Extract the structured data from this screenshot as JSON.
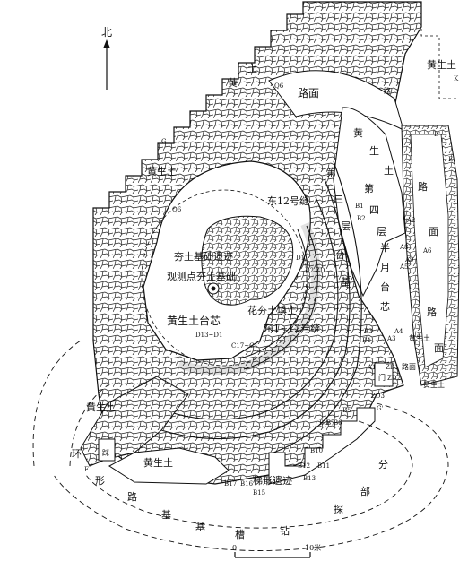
{
  "north": {
    "label": "北"
  },
  "labels": {
    "loess_top": "黄生土",
    "loess_left": "黄",
    "loess_left2": "土",
    "loess_right_top1": "黄",
    "loess_right_top2": "生",
    "loess_right_top3": "土",
    "loess_mid_left": "黄生土",
    "loess_core": "黄生土台芯",
    "loess_bottom_left": "黄生土",
    "loess_bottom": "黄生土",
    "loess_right_bottom": "黄生土",
    "loess_sw": "黄生土",
    "road_top": "路面",
    "road_right1": "路",
    "road_right2": "面",
    "road_right_mid1": "路",
    "road_right_mid2": "面",
    "road_right_lower": "路面",
    "road_right_far": "路",
    "ramp": "踩",
    "rammed_foundation_remains": "夯土基础遗迹",
    "observation_point": "观测点夯土基础",
    "east12_seam": "东12号缝",
    "east1_12_seams": "东1~12号缝",
    "fill_rammed": "花夯土填土",
    "half_moon1": "半",
    "half_moon2": "月",
    "half_moon3": "台",
    "half_moon4": "芯",
    "third_layer1": "第",
    "third_layer2": "三",
    "third_layer3": "层",
    "fourth_layer1": "第",
    "fourth_layer2": "四",
    "fourth_layer3": "层",
    "tai1": "台",
    "tai2": "基",
    "ring_road1": "环",
    "ring_road2": "形",
    "ring_road3": "路",
    "ring_road4": "基",
    "ring_road5": "基",
    "ring_road6": "槽",
    "ring_road7": "钻",
    "ring_road8": "探",
    "ring_road9": "部",
    "ring_road10": "分",
    "trapezoid_remains": "梯形遗迹",
    "gate": "门",
    "q6_a": "Q6",
    "q6_b": "Q6",
    "d13_d1": "D13~D1",
    "c17_c1": "C17~C1",
    "d1": "D1",
    "d2": "D2",
    "zd": "ZD",
    "zd1": "ZD1",
    "zd2": "ZD2",
    "zd3": "ZD3",
    "a1": "A1",
    "a2": "A2",
    "a3": "A3",
    "a4": "A4",
    "a5": "A5",
    "a6": "A6",
    "a8": "A8",
    "a9": "A9",
    "b1": "B1",
    "b2": "B2",
    "b3": "B3",
    "b4": "B4",
    "b5": "B5",
    "b6": "B6",
    "b7": "B7",
    "b8": "B8",
    "b10": "B10",
    "b11": "B11",
    "b12": "B12",
    "b13": "B13",
    "b14": "B14",
    "b15": "B15",
    "b16": "B16",
    "b17": "B17",
    "e": "E",
    "e_prime": "E'",
    "f": "F",
    "g": "G",
    "g_prime": "G'",
    "k": "K",
    "scale_zero": "0",
    "scale_ten": "10米"
  }
}
